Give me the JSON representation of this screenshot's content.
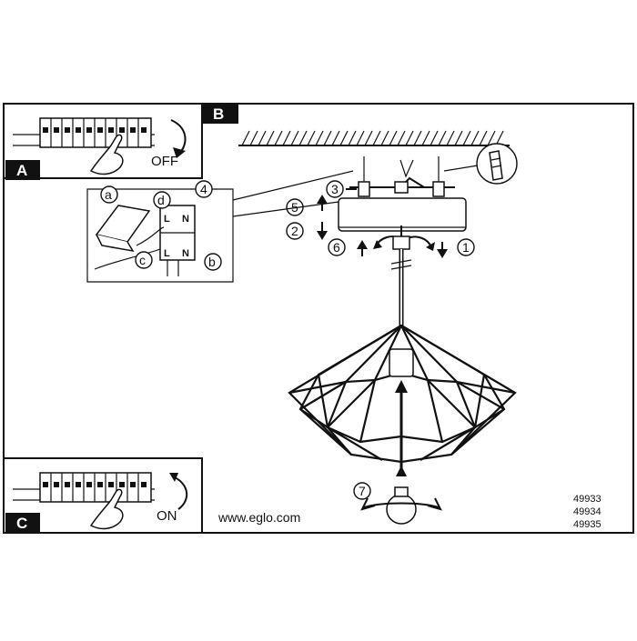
{
  "sections": {
    "a": "A",
    "b": "B",
    "c": "C"
  },
  "switch_off_label": "OFF",
  "switch_on_label": "ON",
  "wire_terminals": {
    "top_left": "L",
    "top_right": "N",
    "bottom_left": "L",
    "bottom_right": "N"
  },
  "callouts": {
    "a": "a",
    "b": "b",
    "c": "c",
    "d": "d"
  },
  "steps": {
    "s1": "1",
    "s2": "2",
    "s3": "3",
    "s4": "4",
    "s5": "5",
    "s6": "6",
    "s7": "7"
  },
  "website": "www.eglo.com",
  "model_numbers": [
    "49933",
    "49934",
    "49935"
  ],
  "colors": {
    "ink": "#111111",
    "paper": "#ffffff"
  }
}
